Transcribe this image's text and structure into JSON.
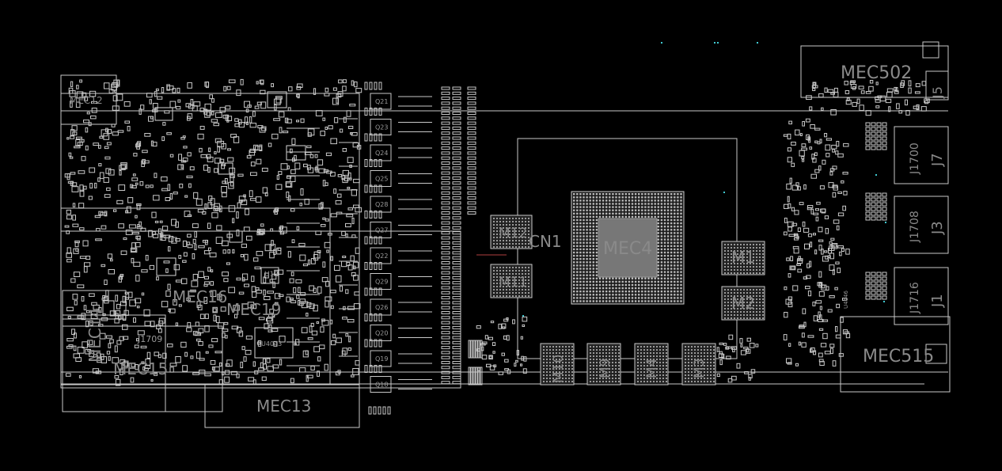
{
  "board": {
    "colors": {
      "background": "#000000",
      "outline": "#c8c8c8",
      "label": "#8a8a8a",
      "accent": "#40c8d0"
    },
    "labels": {
      "mec502": "MEC502",
      "mec12": "MEC12",
      "mec4": "MEC4",
      "mec15": "MEC15",
      "mec13": "MEC13",
      "mec16": "MEC16",
      "mec19": "MEC19",
      "mec14": "MEC14",
      "mec515": "MEC515",
      "cn1": "CN1",
      "m1": "M1",
      "m2": "M2",
      "m3": "M3",
      "m4": "M4",
      "m9": "M9",
      "m10": "M10",
      "m11": "M11",
      "m12": "M12",
      "j1": "J1",
      "j3": "J3",
      "j5": "J5",
      "j7": "J7",
      "j1700": "J1700",
      "j1708": "J1708",
      "j1716": "J1716",
      "j1709": "J1709",
      "u4043": "U4043",
      "u17": "U17",
      "u4646": "U4646",
      "q_labels": [
        "Q21",
        "Q23",
        "Q24",
        "Q25",
        "Q28",
        "Q27",
        "Q22",
        "Q29",
        "Q26",
        "Q20",
        "Q19",
        "Q18"
      ]
    }
  }
}
